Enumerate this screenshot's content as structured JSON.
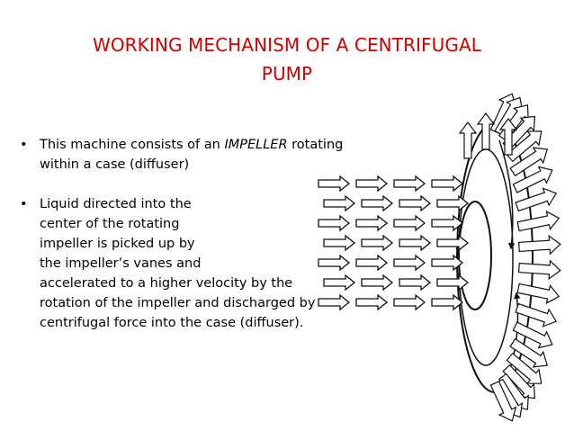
{
  "title": {
    "line1": "WORKING MECHANISM OF A CENTRIFUGAL",
    "line2": "PUMP"
  },
  "bullets": [
    {
      "symbol": "•",
      "lines": [
        {
          "pre": "This machine consists of an ",
          "em": "IMPELLER",
          "post": " rotating"
        },
        {
          "pre": "within a case (diffuser)"
        }
      ]
    },
    {
      "symbol": "•",
      "lines": [
        {
          "pre": "Liquid directed into the"
        },
        {
          "pre": "center  of the rotating"
        },
        {
          "pre": "impeller is picked up by"
        },
        {
          "pre": "the impeller’s vanes and"
        },
        {
          "pre": "accelerated to a higher velocity by the"
        },
        {
          "pre": "rotation of the impeller and discharged by"
        },
        {
          "pre": "centrifugal force into the case (diffuser)."
        }
      ]
    }
  ],
  "colors": {
    "title": "#d00000",
    "text": "#000000",
    "background": "#ffffff",
    "illustration": "#111111"
  },
  "illustration": {
    "icon": "centrifugal-impeller-flow-illustration"
  }
}
